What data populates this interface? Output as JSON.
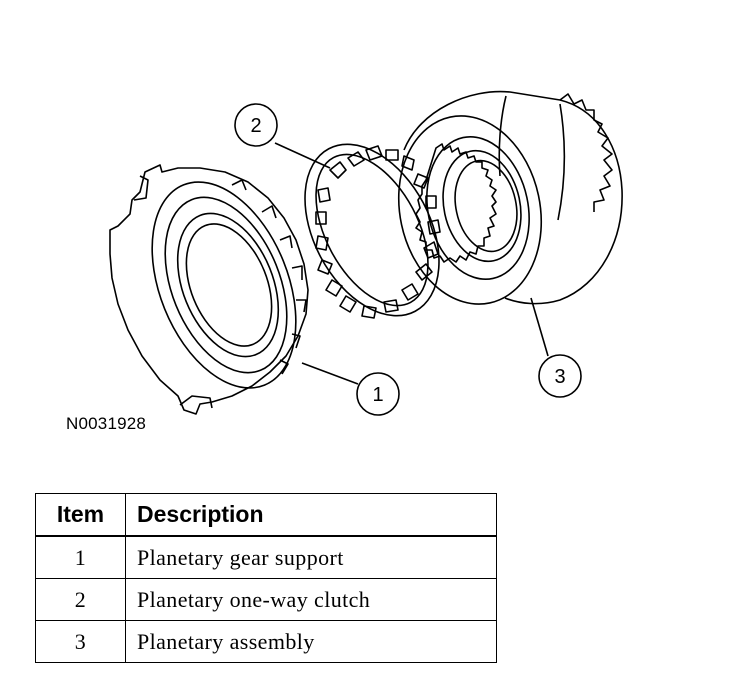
{
  "figure": {
    "id_label": "N0031928",
    "callouts": [
      "1",
      "2",
      "3"
    ]
  },
  "table": {
    "headers": {
      "item": "Item",
      "description": "Description"
    },
    "rows": [
      {
        "item": "1",
        "description": "Planetary gear support"
      },
      {
        "item": "2",
        "description": "Planetary one-way clutch"
      },
      {
        "item": "3",
        "description": "Planetary assembly"
      }
    ]
  }
}
